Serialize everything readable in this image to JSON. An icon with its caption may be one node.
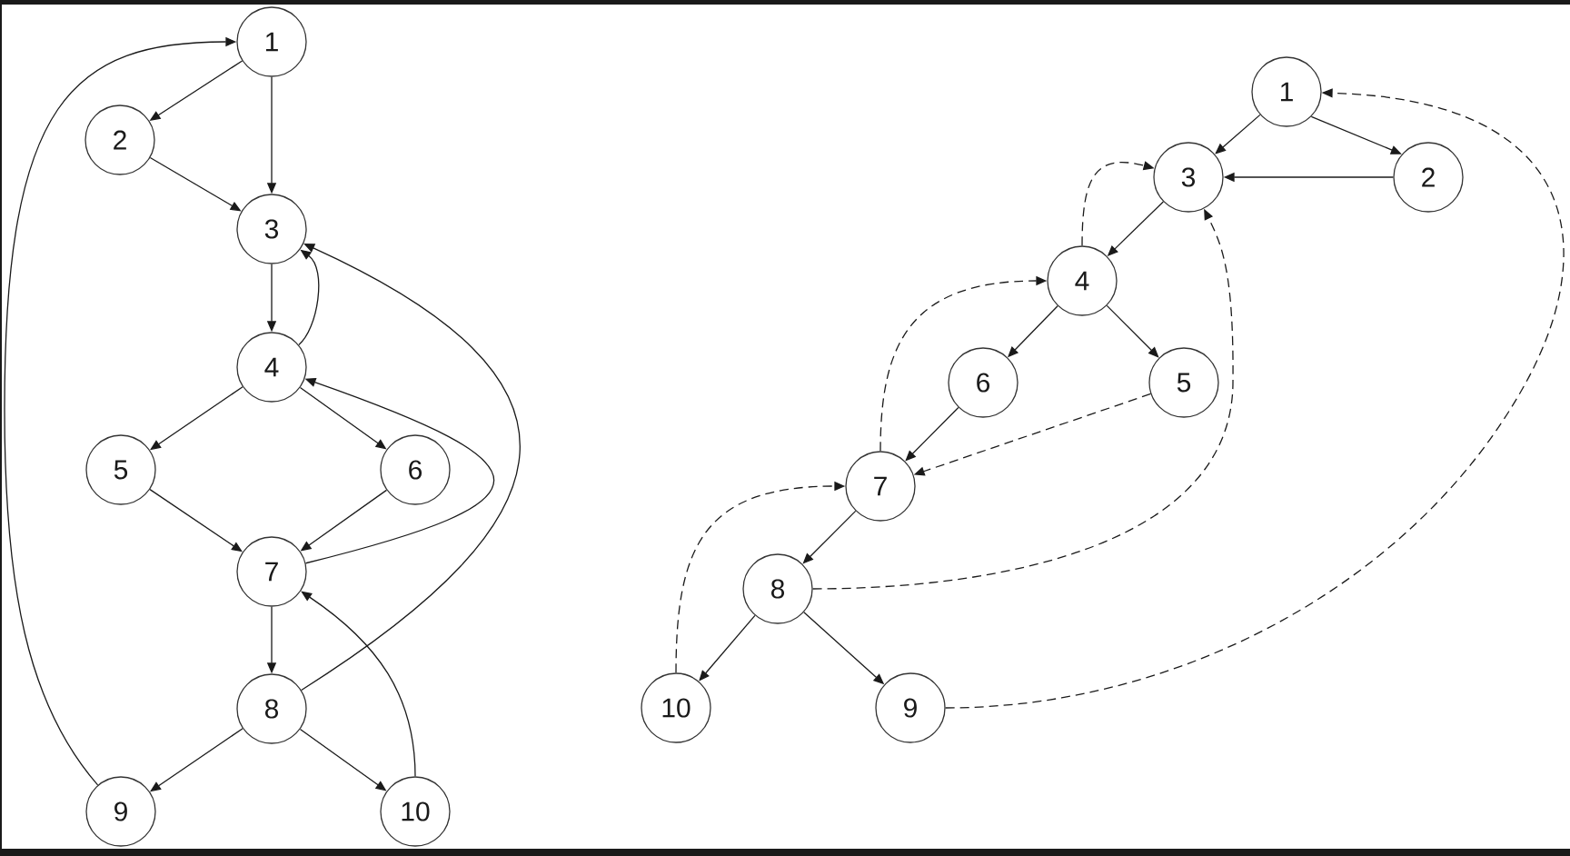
{
  "diagram": {
    "nodes": [
      {
        "text": [
          "1"
        ]
      },
      {
        "text": [
          "2"
        ]
      },
      {
        "text": [
          "3"
        ]
      },
      {
        "text": [
          "4"
        ]
      },
      {
        "text": [
          "5"
        ]
      },
      {
        "text": [
          "6"
        ]
      },
      {
        "text": [
          "7"
        ]
      },
      {
        "text": [
          "8"
        ]
      },
      {
        "text": [
          "9"
        ]
      },
      {
        "text": [
          "10"
        ]
      },
      {
        "text": [
          "1"
        ]
      },
      {
        "text": [
          "3"
        ]
      },
      {
        "text": [
          "2"
        ]
      },
      {
        "text": [
          "4"
        ]
      },
      {
        "text": [
          "6"
        ]
      },
      {
        "text": [
          "5"
        ]
      },
      {
        "text": [
          "7"
        ]
      },
      {
        "text": [
          "8"
        ]
      },
      {
        "text": [
          "10"
        ]
      },
      {
        "text": [
          "9"
        ]
      }
    ],
    "edges": [
      {
        "from": 0,
        "to": 1,
        "arrow": "to"
      },
      {
        "from": 0,
        "to": 2,
        "arrow": "to"
      },
      {
        "from": 1,
        "to": 2,
        "arrow": "to"
      },
      {
        "from": 2,
        "to": 3,
        "arrow": "to"
      },
      {
        "from": 3,
        "to": 2,
        "arrow": "to"
      },
      {
        "from": 3,
        "to": 4,
        "arrow": "to"
      },
      {
        "from": 3,
        "to": 5,
        "arrow": "to"
      },
      {
        "from": 4,
        "to": 6,
        "arrow": "to"
      },
      {
        "from": 5,
        "to": 6,
        "arrow": "to"
      },
      {
        "from": 6,
        "to": 3,
        "arrow": "to"
      },
      {
        "from": 6,
        "to": 7,
        "arrow": "to"
      },
      {
        "from": 7,
        "to": 2,
        "arrow": "to"
      },
      {
        "from": 7,
        "to": 8,
        "arrow": "to"
      },
      {
        "from": 7,
        "to": 9,
        "arrow": "to"
      },
      {
        "from": 9,
        "to": 6,
        "arrow": "to"
      },
      {
        "from": 8,
        "to": 0,
        "arrow": "to"
      },
      {
        "from": 10,
        "to": 11,
        "arrow": "to"
      },
      {
        "from": 10,
        "to": 12,
        "arrow": "to"
      },
      {
        "from": 12,
        "to": 11,
        "arrow": "to"
      },
      {
        "from": 11,
        "to": 13,
        "arrow": "to"
      },
      {
        "from": 13,
        "to": 11,
        "arrow": "to",
        "style": "dashed"
      },
      {
        "from": 13,
        "to": 14,
        "arrow": "to"
      },
      {
        "from": 13,
        "to": 15,
        "arrow": "to"
      },
      {
        "from": 14,
        "to": 16,
        "arrow": "to"
      },
      {
        "from": 15,
        "to": 16,
        "arrow": "to",
        "style": "dashed"
      },
      {
        "from": 16,
        "to": 13,
        "arrow": "to",
        "style": "dashed"
      },
      {
        "from": 16,
        "to": 17,
        "arrow": "to"
      },
      {
        "from": 17,
        "to": 11,
        "arrow": "to",
        "style": "dashed"
      },
      {
        "from": 17,
        "to": 18,
        "arrow": "to"
      },
      {
        "from": 17,
        "to": 19,
        "arrow": "to"
      },
      {
        "from": 18,
        "to": 16,
        "arrow": "to",
        "style": "dashed"
      },
      {
        "from": 19,
        "to": 10,
        "arrow": "to",
        "style": "dashed"
      }
    ]
  }
}
